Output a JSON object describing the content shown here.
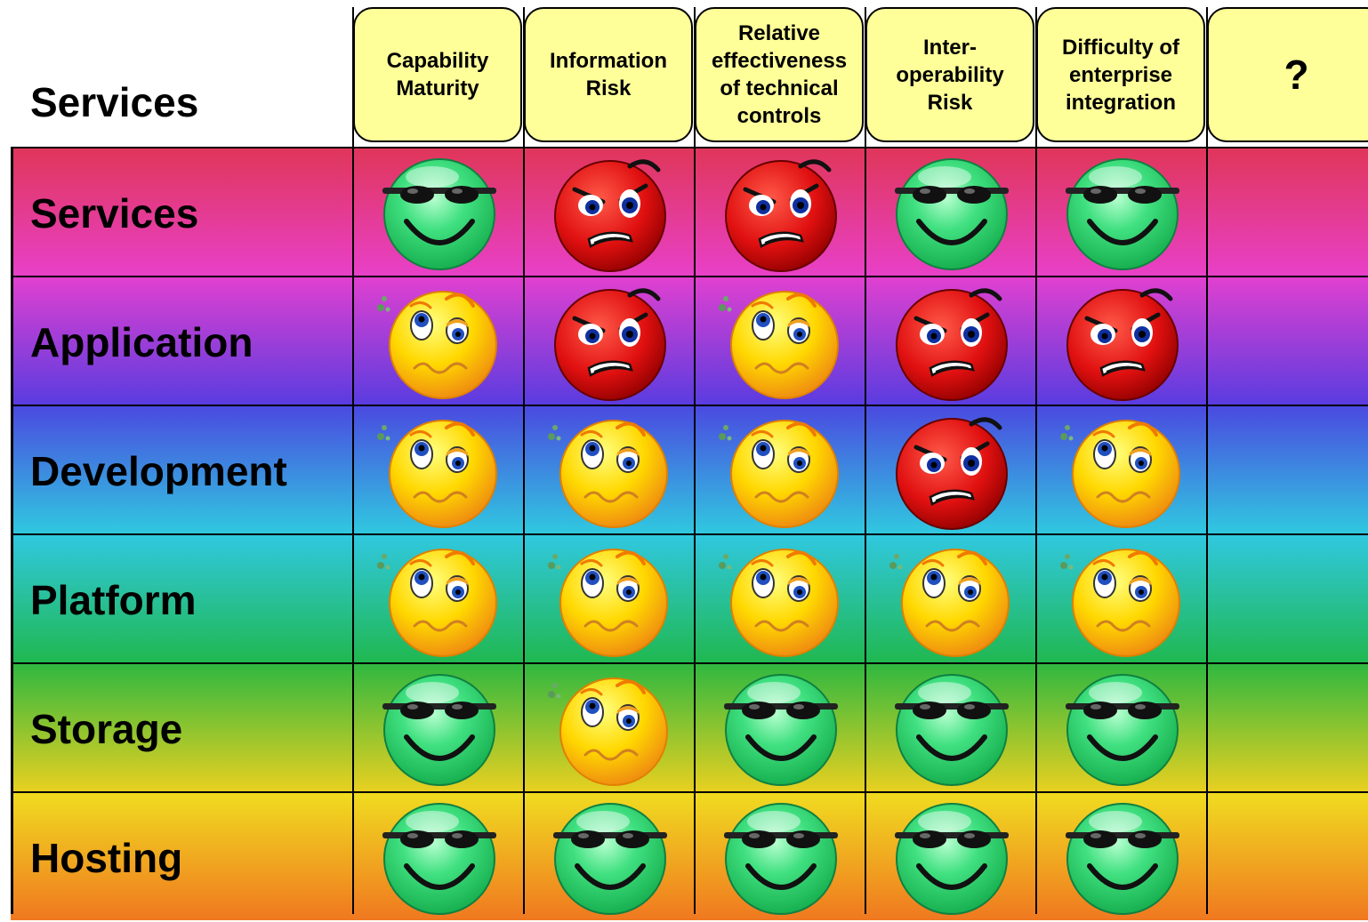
{
  "corner_title": "Services",
  "columns": [
    "Capability\nMaturity",
    "Information\nRisk",
    "Relative\neffectiveness\nof technical\ncontrols",
    "Inter-\noperability\nRisk",
    "Difficulty of\nenterprise\nintegration",
    "?"
  ],
  "rows": [
    {
      "label": "Services",
      "cells": [
        "cool",
        "angry",
        "angry",
        "cool",
        "cool",
        ""
      ]
    },
    {
      "label": "Application",
      "cells": [
        "worried",
        "angry",
        "worried",
        "angry",
        "angry",
        ""
      ]
    },
    {
      "label": "Development",
      "cells": [
        "worried",
        "worried",
        "worried",
        "angry",
        "worried",
        ""
      ]
    },
    {
      "label": "Platform",
      "cells": [
        "worried",
        "worried",
        "worried",
        "worried",
        "worried",
        ""
      ]
    },
    {
      "label": "Storage",
      "cells": [
        "cool",
        "worried",
        "cool",
        "cool",
        "cool",
        ""
      ]
    },
    {
      "label": "Hosting",
      "cells": [
        "cool",
        "cool",
        "cool",
        "cool",
        "cool",
        ""
      ]
    }
  ],
  "row_gradients": [
    [
      "#e0365a",
      "#e840c8"
    ],
    [
      "#e040d0",
      "#5a3ce0"
    ],
    [
      "#4a4ae0",
      "#30c8e0"
    ],
    [
      "#30c8e0",
      "#20b850"
    ],
    [
      "#30b840",
      "#e8d020"
    ],
    [
      "#f0dc20",
      "#f07820"
    ]
  ],
  "icons": {
    "cool": "smiley-sunglasses-icon",
    "angry": "angry-face-icon",
    "worried": "worried-face-icon"
  }
}
